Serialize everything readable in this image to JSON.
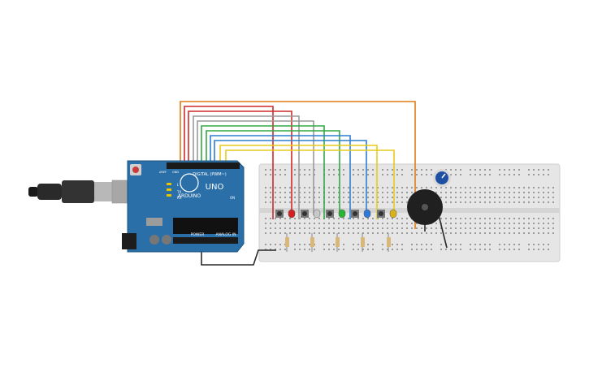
{
  "board": {
    "brand": "ARDUINO",
    "model": "UNO",
    "digital_label": "DIGITAL (PWM~)",
    "power_label": "POWER",
    "analog_label": "ANALOG IN",
    "led_tx": "TX",
    "led_rx": "RX",
    "led_l": "L",
    "led_on": "ON",
    "pin_aref": "AREF",
    "pin_gnd": "GND"
  },
  "colors": {
    "board": "#2b6fa8",
    "board_dark": "#1d5580",
    "breadboard": "#e6e6e6",
    "wire_orange": "#e07b17",
    "wire_red": "#d02a2a",
    "wire_gray": "#9a9a9a",
    "wire_green": "#34a844",
    "wire_blue": "#2d7fd0",
    "wire_yellow": "#e7cc1a",
    "wire_black": "#2a2a2a",
    "buzzer": "#202020",
    "potentiometer": "#1e4fa3"
  },
  "leds": [
    {
      "color_name": "red",
      "color": "#d42121"
    },
    {
      "color_name": "gray",
      "color": "#c8c8c8"
    },
    {
      "color_name": "green",
      "color": "#2bb536"
    },
    {
      "color_name": "blue",
      "color": "#2f78d8"
    },
    {
      "color_name": "yellow",
      "color": "#d7b21b"
    }
  ],
  "icons": [
    "usb-cable-icon",
    "push-button-icon",
    "resistor-icon",
    "buzzer-icon",
    "potentiometer-icon"
  ]
}
